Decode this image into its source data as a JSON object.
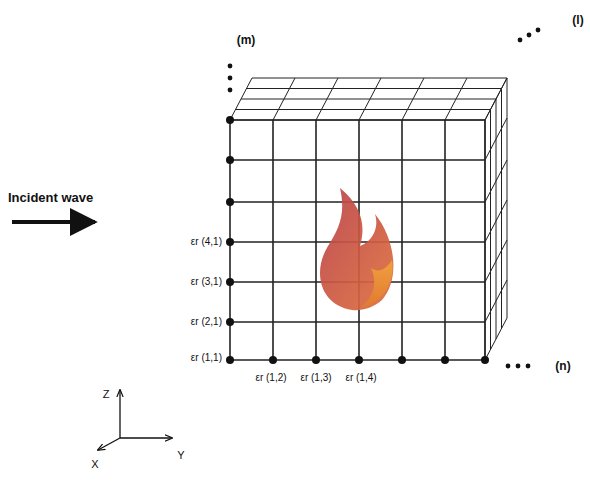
{
  "diagram": {
    "labels": [
      "(m)",
      "(l)",
      "Incident wave",
      "εr (4,1)",
      "εr (3,1)",
      "εr (2,1)",
      "εr (1,1)",
      "εr (1,2)",
      "εr (1,3)",
      "εr (1,4)",
      "(n)",
      "Z",
      "Y",
      "X"
    ]
  }
}
